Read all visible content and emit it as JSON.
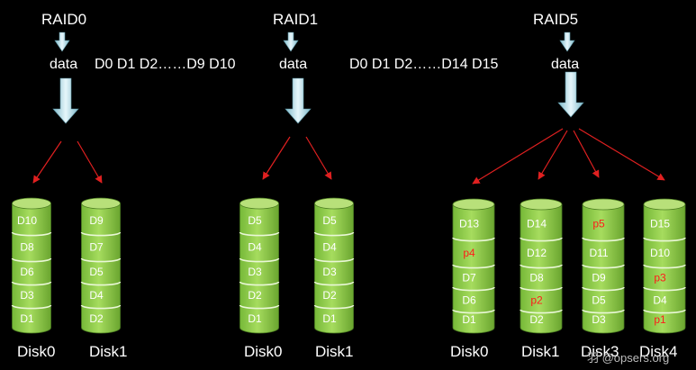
{
  "colors": {
    "background": "#000000",
    "disk_fill": "#8fcf45",
    "disk_top": "#b8e07a",
    "divider": "#e9f7d6",
    "arrow_fill": "#a9d4df",
    "red_arrow": "#e02020",
    "parity_text": "#ff1a1a"
  },
  "raid0": {
    "title": "RAID0",
    "data_label": "data",
    "sequence": "D0 D1 D2……D9  D10",
    "disks": [
      {
        "label": "Disk0",
        "cells": [
          "D10",
          "D8",
          "D6",
          "D3",
          "D1"
        ]
      },
      {
        "label": "Disk1",
        "cells": [
          "D9",
          "D7",
          "D5",
          "D4",
          "D2"
        ]
      }
    ]
  },
  "raid1": {
    "title": "RAID1",
    "data_label": "data",
    "sequence": "D0 D1 D2……D14  D15",
    "disks": [
      {
        "label": "Disk0",
        "cells": [
          "D5",
          "D4",
          "D3",
          "D2",
          "D1"
        ]
      },
      {
        "label": "Disk1",
        "cells": [
          "D5",
          "D4",
          "D3",
          "D2",
          "D1"
        ]
      }
    ]
  },
  "raid5": {
    "title": "RAID5",
    "data_label": "data",
    "disks": [
      {
        "label": "Disk0",
        "cells": [
          {
            "t": "D13",
            "p": false
          },
          {
            "t": "p4",
            "p": true
          },
          {
            "t": "D7",
            "p": false
          },
          {
            "t": "D6",
            "p": false
          },
          {
            "t": "D1",
            "p": false
          }
        ]
      },
      {
        "label": "Disk1",
        "cells": [
          {
            "t": "D14",
            "p": false
          },
          {
            "t": "D12",
            "p": false
          },
          {
            "t": "D8",
            "p": false
          },
          {
            "t": "p2",
            "p": true
          },
          {
            "t": "D2",
            "p": false
          }
        ]
      },
      {
        "label": "Disk3",
        "cells": [
          {
            "t": "p5",
            "p": true
          },
          {
            "t": "D11",
            "p": false
          },
          {
            "t": "D9",
            "p": false
          },
          {
            "t": "D5",
            "p": false
          },
          {
            "t": "D3",
            "p": false
          }
        ]
      },
      {
        "label": "Disk4",
        "cells": [
          {
            "t": "D15",
            "p": false
          },
          {
            "t": "D10",
            "p": false
          },
          {
            "t": "p3",
            "p": true
          },
          {
            "t": "D4",
            "p": false
          },
          {
            "t": "p1",
            "p": true
          }
        ]
      }
    ]
  },
  "watermark": "羽 @opsers.org"
}
